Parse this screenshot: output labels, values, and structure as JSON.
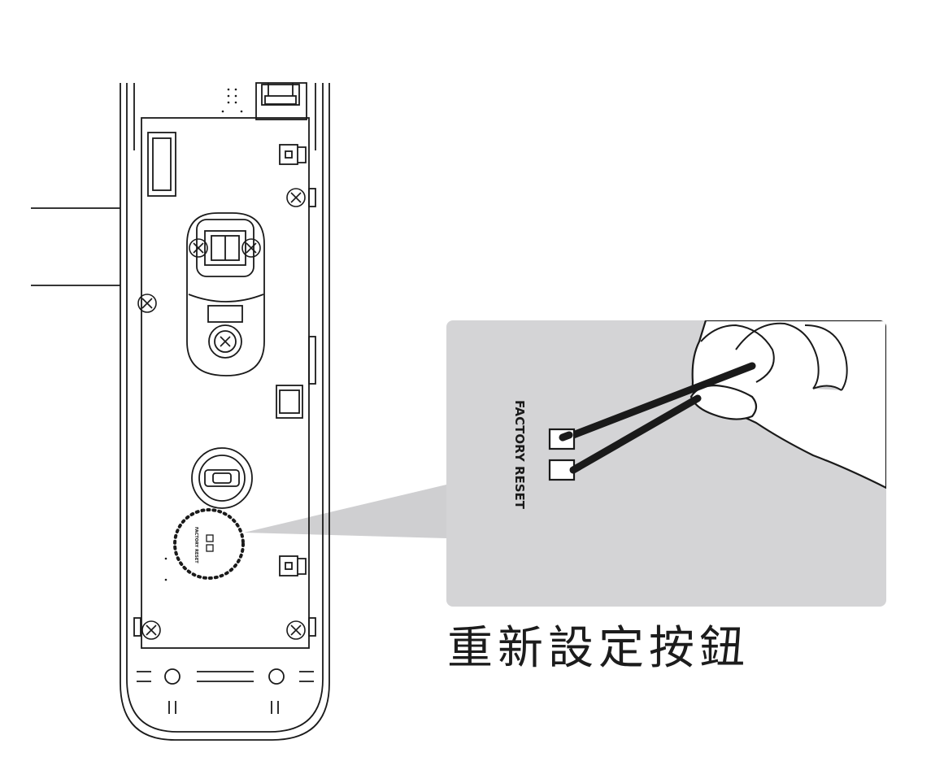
{
  "caption": "重新設定按鈕",
  "callout_label": "FACTORY RESET",
  "small_label": "FACTORY RESET",
  "colors": {
    "line": "#1a1a1a",
    "callout_bg": "#d4d4d6",
    "beam": "#cfcfd1",
    "hand_shadow": "#cfcfd1"
  },
  "icons": {
    "screw": "phillips-screw-icon",
    "tweezers": "tweezers-icon",
    "hand": "hand-icon"
  }
}
